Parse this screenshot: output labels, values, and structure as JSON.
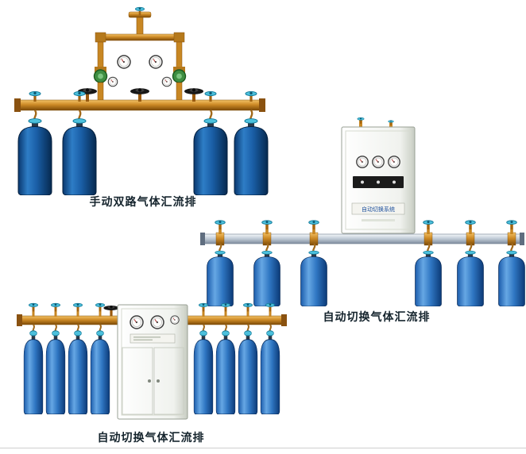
{
  "page": {
    "background_color": "#ffffff",
    "bottom_rule_color": "#cfcfcf"
  },
  "colors": {
    "caption_text": "#15242d",
    "cylinder_dark_blue": "#1a5fa7",
    "cylinder_bright_blue": "#2f76c2",
    "brass_pipe": "#cd8a26",
    "silver_pipe": "#bdc8d4",
    "valve_handle_cyan": "#4cc0dc",
    "valve_handle_black": "#181818",
    "cabinet_white": "#f0f2ee"
  },
  "products": [
    {
      "caption": "手动双路气体汇流排",
      "cylinders": 4
    },
    {
      "caption": "自动切换气体汇流排",
      "cabinet_plate_label": "自动切换系统",
      "cylinders": 6
    },
    {
      "caption": "自动切换气体汇流排",
      "cylinders": 8
    }
  ]
}
